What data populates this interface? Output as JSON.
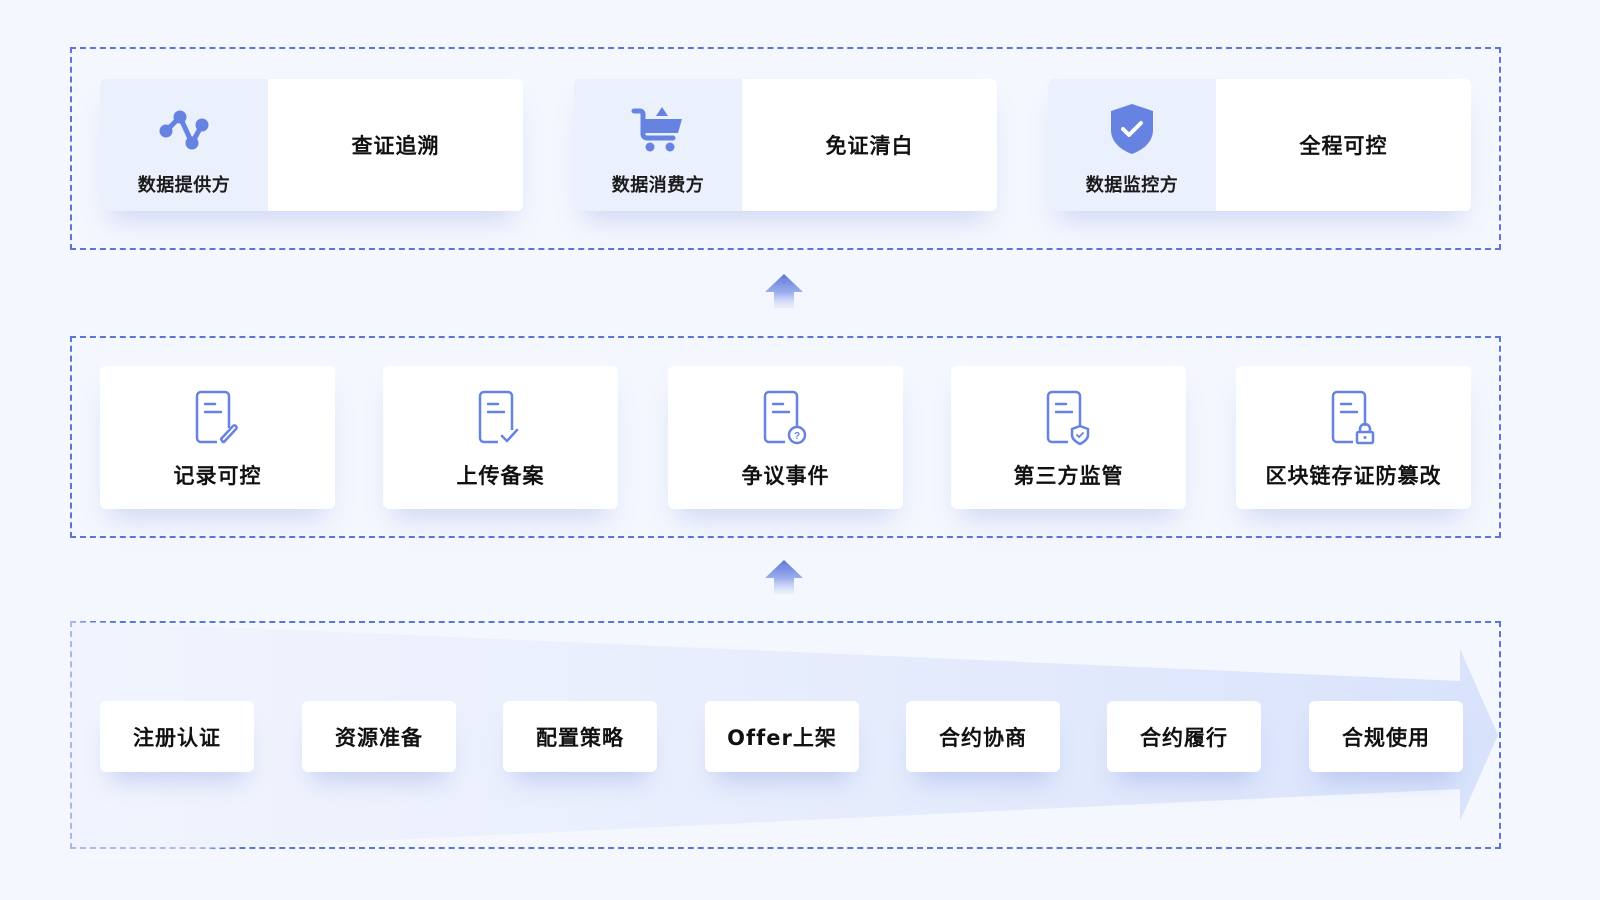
{
  "colors": {
    "background": "#f4f7fe",
    "accent": "#5b76d6",
    "icon_fill": "#6683e2",
    "role_panel": "#ebf0fd",
    "card": "#ffffff",
    "text": "#111111"
  },
  "top_layer": {
    "parties": [
      {
        "role": "数据提供方",
        "value": "查证追溯",
        "icon": "network-nodes-icon"
      },
      {
        "role": "数据消费方",
        "value": "免证清白",
        "icon": "shopping-cart-icon"
      },
      {
        "role": "数据监控方",
        "value": "全程可控",
        "icon": "shield-check-icon"
      }
    ]
  },
  "middle_layer": {
    "features": [
      {
        "label": "记录可控",
        "icon": "document-edit-icon"
      },
      {
        "label": "上传备案",
        "icon": "document-check-icon"
      },
      {
        "label": "争议事件",
        "icon": "document-question-icon"
      },
      {
        "label": "第三方监管",
        "icon": "document-shield-icon"
      },
      {
        "label": "区块链存证防篡改",
        "icon": "document-lock-icon"
      }
    ]
  },
  "bottom_layer": {
    "steps": [
      "注册认证",
      "资源准备",
      "配置策略",
      "Offer上架",
      "合约协商",
      "合约履行",
      "合规使用"
    ]
  }
}
